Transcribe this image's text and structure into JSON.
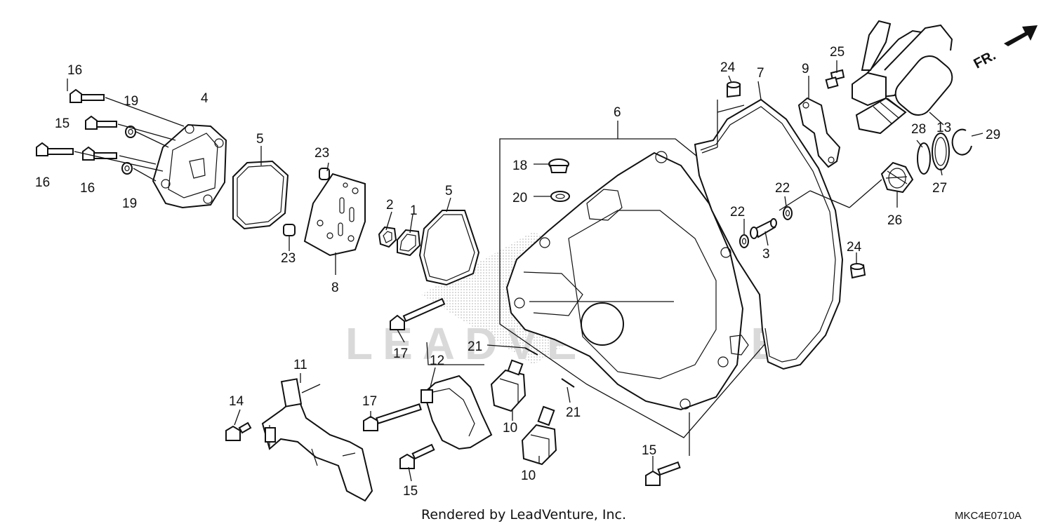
{
  "diagram": {
    "direction_label": "FR.",
    "watermark": "LEADVENTURE",
    "footer": "Rendered by LeadVenture, Inc.",
    "diagram_code": "MKC4E0710A",
    "callouts": [
      {
        "id": "c16a",
        "text": "16"
      },
      {
        "id": "c15a",
        "text": "15"
      },
      {
        "id": "c19a",
        "text": "19"
      },
      {
        "id": "c4",
        "text": "4"
      },
      {
        "id": "c16b",
        "text": "16"
      },
      {
        "id": "c16c",
        "text": "16"
      },
      {
        "id": "c19b",
        "text": "19"
      },
      {
        "id": "c5a",
        "text": "5"
      },
      {
        "id": "c23a",
        "text": "23"
      },
      {
        "id": "c23b",
        "text": "23"
      },
      {
        "id": "c8",
        "text": "8"
      },
      {
        "id": "c2",
        "text": "2"
      },
      {
        "id": "c1",
        "text": "1"
      },
      {
        "id": "c5b",
        "text": "5"
      },
      {
        "id": "c6",
        "text": "6"
      },
      {
        "id": "c18",
        "text": "18"
      },
      {
        "id": "c20",
        "text": "20"
      },
      {
        "id": "c24a",
        "text": "24"
      },
      {
        "id": "c7",
        "text": "7"
      },
      {
        "id": "c9",
        "text": "9"
      },
      {
        "id": "c25",
        "text": "25"
      },
      {
        "id": "c13",
        "text": "13"
      },
      {
        "id": "c28",
        "text": "28"
      },
      {
        "id": "c29",
        "text": "29"
      },
      {
        "id": "c27",
        "text": "27"
      },
      {
        "id": "c26",
        "text": "26"
      },
      {
        "id": "c22a",
        "text": "22"
      },
      {
        "id": "c22b",
        "text": "22"
      },
      {
        "id": "c3",
        "text": "3"
      },
      {
        "id": "c24b",
        "text": "24"
      },
      {
        "id": "c17a",
        "text": "17"
      },
      {
        "id": "c21a",
        "text": "21"
      },
      {
        "id": "c11",
        "text": "11"
      },
      {
        "id": "c12",
        "text": "12"
      },
      {
        "id": "c14",
        "text": "14"
      },
      {
        "id": "c17b",
        "text": "17"
      },
      {
        "id": "c10a",
        "text": "10"
      },
      {
        "id": "c21b",
        "text": "21"
      },
      {
        "id": "c10b",
        "text": "10"
      },
      {
        "id": "c15b",
        "text": "15"
      },
      {
        "id": "c15c",
        "text": "15"
      }
    ]
  }
}
